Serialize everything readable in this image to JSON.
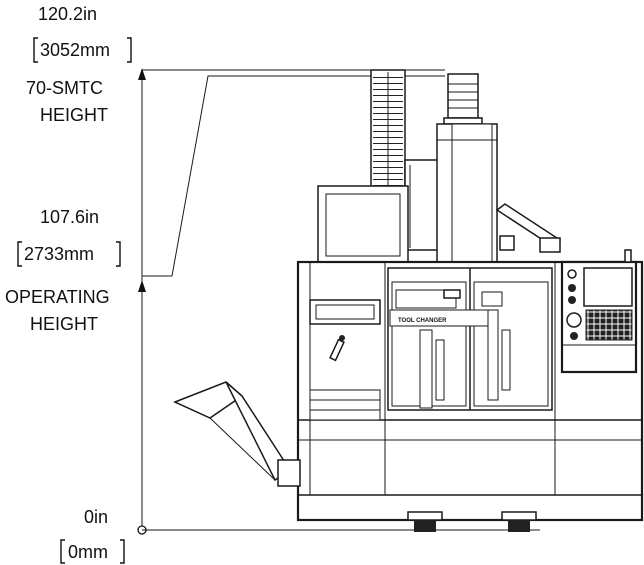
{
  "dimensions": {
    "top": {
      "inches": "120.2in",
      "mm": "3052mm",
      "label_line1": "70-SMTC",
      "label_line2": "HEIGHT"
    },
    "middle": {
      "inches": "107.6in",
      "mm": "2733mm",
      "label_line1": "OPERATING",
      "label_line2": "HEIGHT"
    },
    "base": {
      "inches": "0in",
      "mm": "0mm"
    }
  },
  "machine": {
    "door_text": "TOOL CHANGER"
  }
}
